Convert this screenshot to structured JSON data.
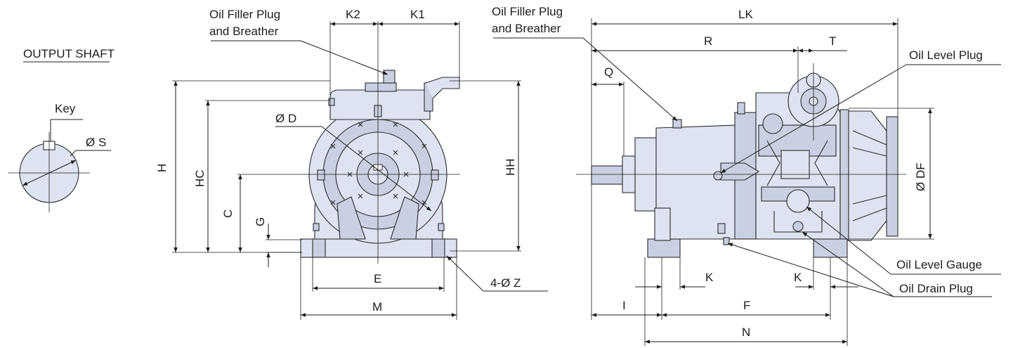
{
  "labels": {
    "output_shaft": "OUTPUT SHAFT",
    "key": "Key",
    "dia_s": "Ø S",
    "oil_filler_1": "Oil Filler Plug",
    "breather_1": "and Breather",
    "k2": "K2",
    "k1": "K1",
    "dia_d": "Ø D",
    "h": "H",
    "hc": "HC",
    "c": "C",
    "g": "G",
    "hh": "HH",
    "e": "E",
    "m": "M",
    "four_z": "4-Ø Z",
    "oil_filler_2": "Oil Filler Plug",
    "breather_2": "and Breather",
    "lk": "LK",
    "r": "R",
    "t": "T",
    "q": "Q",
    "oil_level_plug": "Oil Level Plug",
    "dia_df": "Ø DF",
    "k_left": "K",
    "k_right": "K",
    "oil_level_gauge": "Oil Level Gauge",
    "oil_drain_plug": "Oil Drain Plug",
    "i": "I",
    "f": "F",
    "n": "N"
  },
  "colors": {
    "body_fill": "#dde3f0",
    "body_dark": "#c8d0e2",
    "line": "#1d1d1b"
  }
}
